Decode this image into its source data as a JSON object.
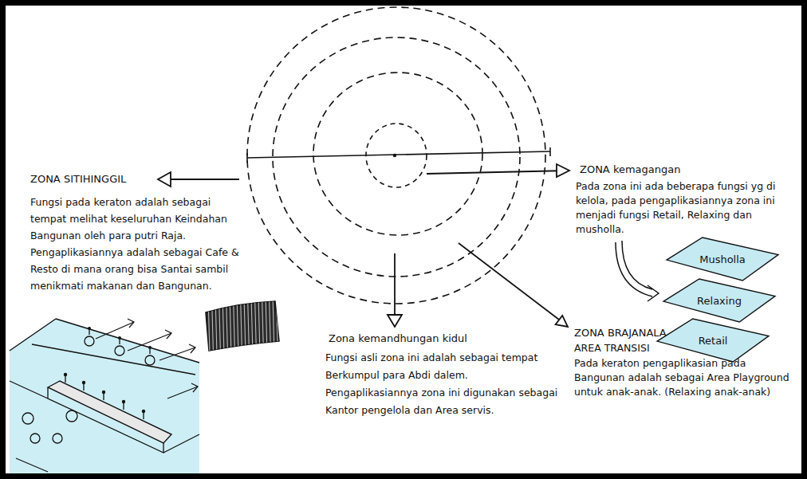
{
  "diagram": {
    "nodes": [
      {
        "text": [
          "Musholla"
        ]
      },
      {
        "text": [
          "Relaxing"
        ]
      },
      {
        "text": [
          "Retail"
        ]
      }
    ],
    "labels": [
      "ZONA SITIHINGGIL",
      "Fungsi pada keraton adalah sebagai tempat melihat keseluruhan Keindahan Bangunan oleh para putri Raja. Pengaplikasiannya adalah sebagai Cafe & Resto di mana orang bisa Santai sambil menikmati makanan dan Bangunan.",
      "ZONA kemagangan",
      "Pada zona ini ada beberapa fungsi yg di kelola, pada pengaplikasiannya zona ini menjadi fungsi Retail, Relaxing dan musholla.",
      "Zona kemandhungan kidul",
      "Fungsi asli zona ini adalah sebagai tempat Berkumpul para Abdi dalem. Pengaplikasiannya zona ini digunakan sebagai Kantor pengelola dan Area servis.",
      "ZONA BRAJANALA",
      "AREA TRANSISI",
      "Pada keraton pengaplikasian pada Bangunan adalah sebagai Area Playground untuk anak-anak. (Relaxing anak-anak)"
    ]
  }
}
